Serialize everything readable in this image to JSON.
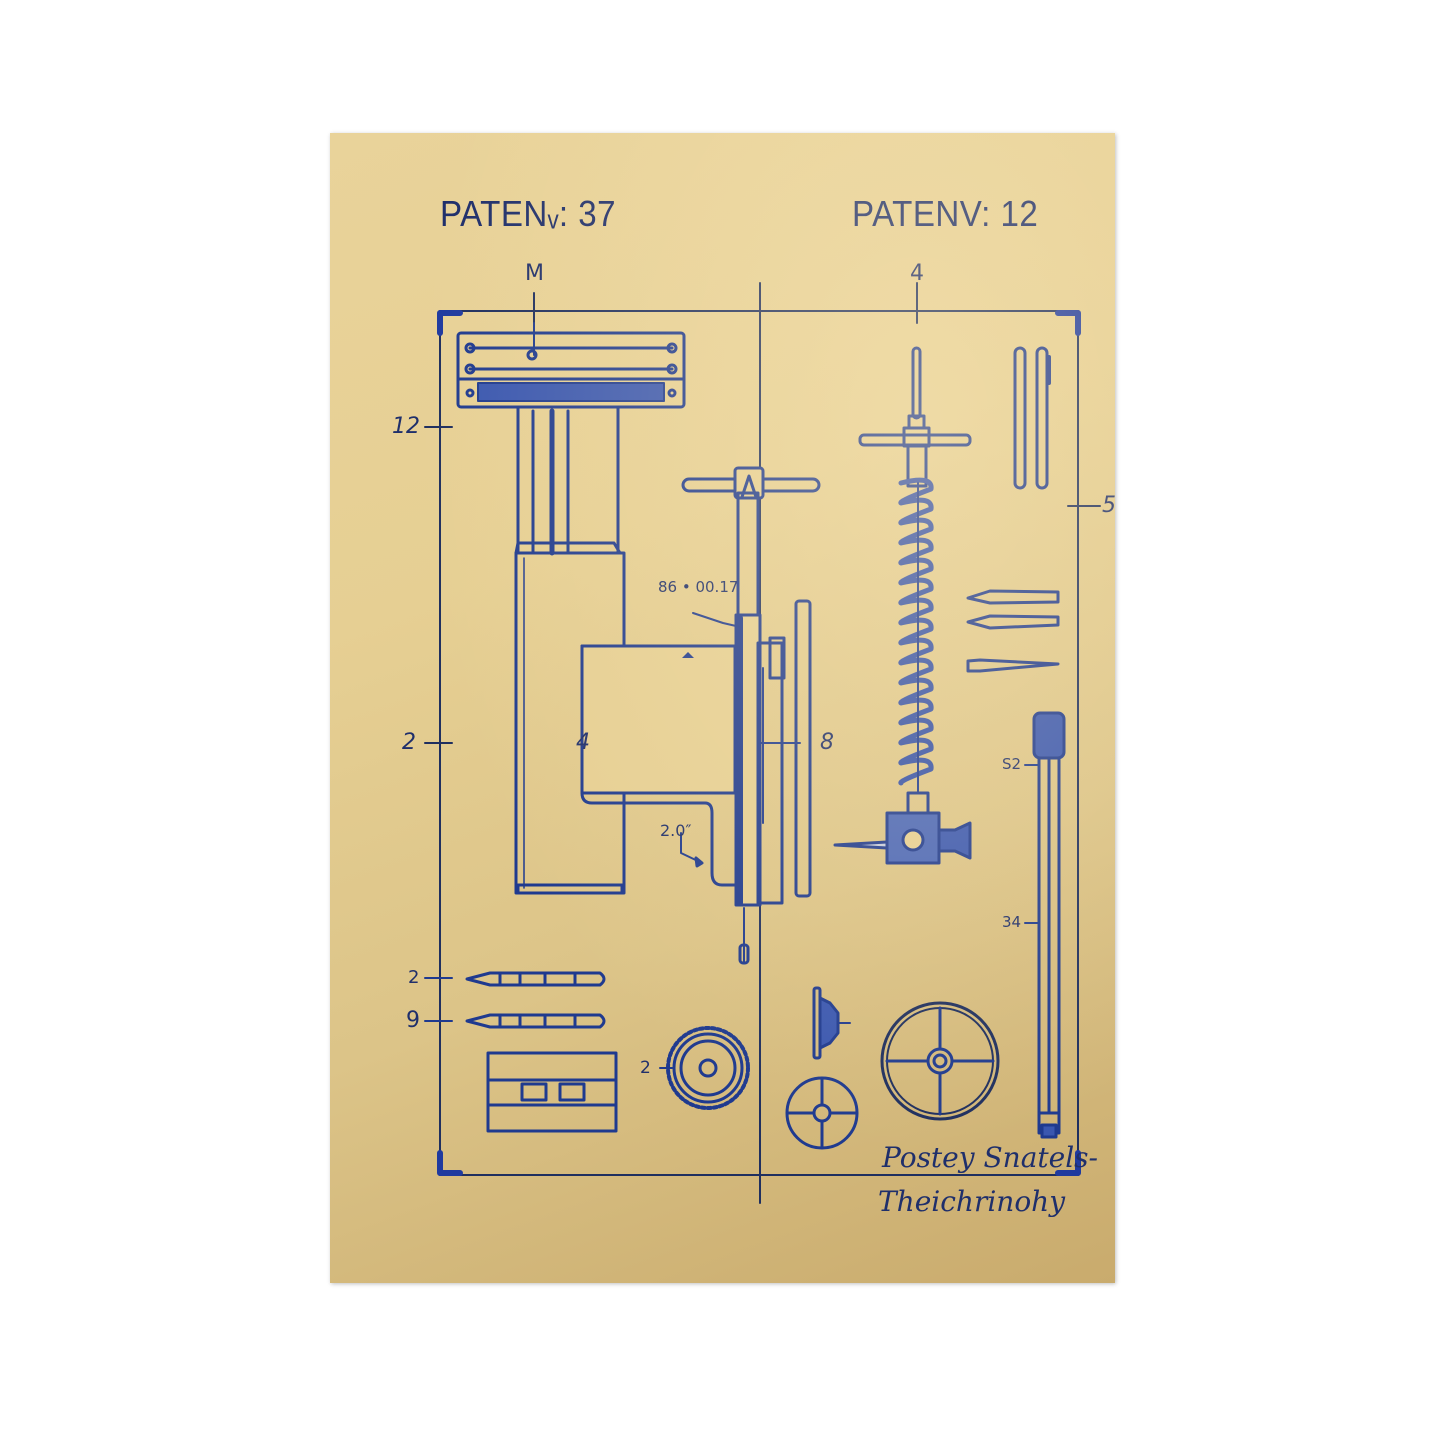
{
  "poster": {
    "background_color": "#e6cf93",
    "ink_color": "#1f3a8f",
    "text_color": "#1f2f6b",
    "header": {
      "left_title": "PATENᵥ: 37",
      "right_title": "PATENV: 12"
    },
    "callouts": {
      "top_left": "M",
      "top_right": "4",
      "left_upper": "12",
      "left_middle": "2",
      "left_lower_1": "2",
      "left_lower_2": "9",
      "housing_label": "4",
      "center_label": "8",
      "right_edge": "5",
      "dimension_1": "86 • 00.17",
      "dimension_2": "2.0″",
      "gear_label": "2",
      "rod_top": "S2",
      "rod_mid": "34"
    },
    "signature": {
      "line1": "Postey Snatels-",
      "line2": "Theichrinohy"
    },
    "components": [
      "mounting-plate",
      "vertical-column",
      "cylinder-housing",
      "t-handle-rod",
      "coil-spring-assembly",
      "pair-of-pins",
      "pointed-nibs",
      "long-rod-with-cap",
      "tapered-bits",
      "rectangular-plate",
      "cog-wheel",
      "small-cone-fitting",
      "small-spoked-wheel",
      "large-spoked-wheel"
    ]
  }
}
